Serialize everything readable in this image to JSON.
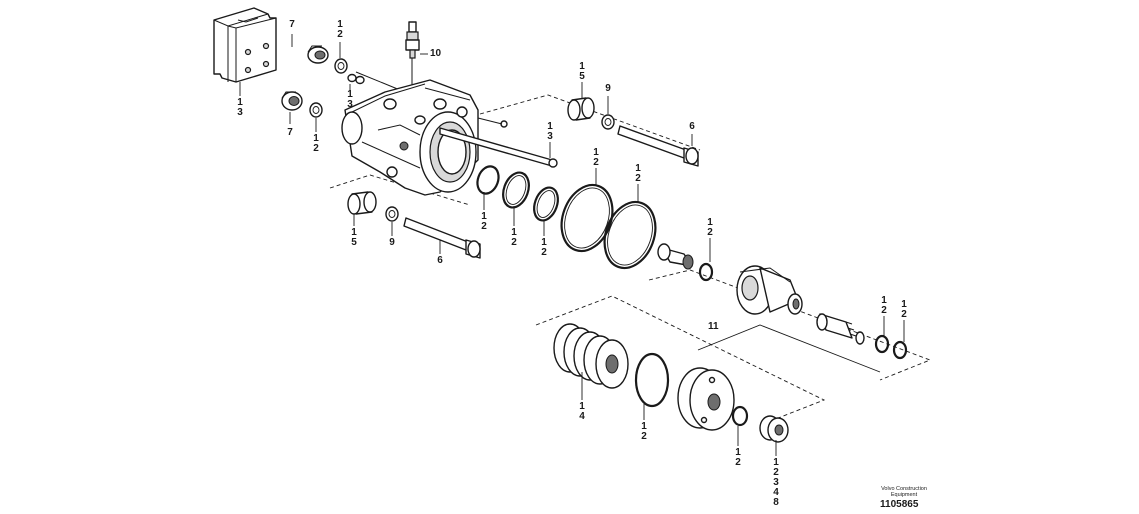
{
  "labels": {
    "l_13_plate": "1\n3",
    "l_7_top": "7",
    "l_12_top": "1\n2",
    "l_10": "10",
    "l_13_upper": "1\n3",
    "l_7_left": "7",
    "l_12_left": "1\n2",
    "l_15_right": "1\n5",
    "l_9_right": "9",
    "l_6_right": "6",
    "l_13_mid": "1\n3",
    "l_12_r1": "1\n2",
    "l_12_r2": "1\n2",
    "l_12_r3": "1\n2",
    "l_12_big1": "1\n2",
    "l_12_big2": "1\n2",
    "l_15_left": "1\n5",
    "l_9_left": "9",
    "l_6_left": "6",
    "l_12_spool": "1\n2",
    "l_12_far1": "1\n2",
    "l_12_far2": "1\n2",
    "l_11": "11",
    "l_14": "1\n4",
    "l_12_bottom1": "1\n2",
    "l_12_bottom2": "1\n2",
    "l_12348": "1\n2\n3\n4\n8"
  },
  "brand": {
    "line1": "Volvo Construction",
    "line2": "Equipment"
  },
  "reference_number": "1105865"
}
